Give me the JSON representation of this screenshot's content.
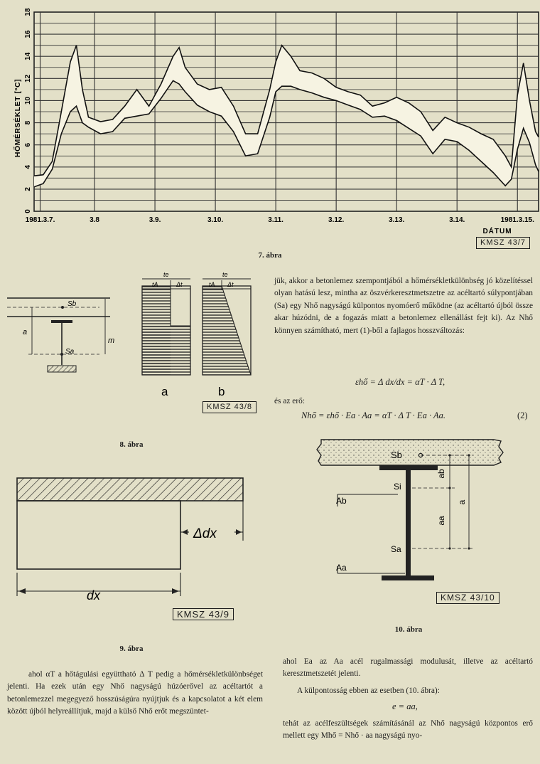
{
  "fig7": {
    "caption": "7. ábra",
    "tag": "KMSZ 43/7",
    "chart_data": {
      "type": "area",
      "ylabel": "HŐMÉRSÉKLET [°C]",
      "xlabel": "DÁTUM",
      "ylim": [
        0,
        18
      ],
      "yticks": [
        "0",
        "2",
        "4",
        "6",
        "8",
        "10",
        "12",
        "14",
        "16",
        "18"
      ],
      "xlim": [
        0,
        8.35
      ],
      "xticks": [
        {
          "x": 0.1,
          "label": "1981.3.7."
        },
        {
          "x": 1.0,
          "label": "3.8"
        },
        {
          "x": 2.0,
          "label": "3.9."
        },
        {
          "x": 3.0,
          "label": "3.10."
        },
        {
          "x": 4.0,
          "label": "3.11."
        },
        {
          "x": 5.0,
          "label": "3.12."
        },
        {
          "x": 6.0,
          "label": "3.13."
        },
        {
          "x": 7.0,
          "label": "3.14."
        },
        {
          "x": 8.0,
          "label": "1981.3.15."
        }
      ],
      "grid": true,
      "series": [
        {
          "values": [
            [
              0,
              3.2
            ],
            [
              0.15,
              3.3
            ],
            [
              0.3,
              4.5
            ],
            [
              0.45,
              9
            ],
            [
              0.6,
              13.5
            ],
            [
              0.7,
              15
            ],
            [
              0.8,
              11
            ],
            [
              0.9,
              8.5
            ],
            [
              1.1,
              8.1
            ],
            [
              1.3,
              8.3
            ],
            [
              1.5,
              9.5
            ],
            [
              1.7,
              11
            ],
            [
              1.9,
              9.5
            ],
            [
              2.1,
              11.5
            ],
            [
              2.3,
              14
            ],
            [
              2.4,
              14.8
            ],
            [
              2.5,
              13
            ],
            [
              2.7,
              11.5
            ],
            [
              2.9,
              11
            ],
            [
              3.1,
              11.2
            ],
            [
              3.3,
              9.5
            ],
            [
              3.5,
              7
            ],
            [
              3.7,
              7
            ],
            [
              3.9,
              11
            ],
            [
              4.0,
              13.5
            ],
            [
              4.1,
              15
            ],
            [
              4.25,
              14
            ],
            [
              4.4,
              12.7
            ],
            [
              4.6,
              12.5
            ],
            [
              4.8,
              12
            ],
            [
              5.0,
              11.2
            ],
            [
              5.2,
              10.8
            ],
            [
              5.4,
              10.5
            ],
            [
              5.6,
              9.5
            ],
            [
              5.8,
              9.8
            ],
            [
              6.0,
              10.3
            ],
            [
              6.2,
              9.8
            ],
            [
              6.4,
              9
            ],
            [
              6.6,
              7.3
            ],
            [
              6.8,
              8.5
            ],
            [
              7.0,
              8
            ],
            [
              7.2,
              7.6
            ],
            [
              7.4,
              7
            ],
            [
              7.6,
              6.5
            ],
            [
              7.8,
              5
            ],
            [
              7.9,
              4
            ],
            [
              8.0,
              10.5
            ],
            [
              8.1,
              13.4
            ],
            [
              8.2,
              10
            ],
            [
              8.3,
              7.2
            ],
            [
              8.35,
              6.7
            ]
          ]
        },
        {
          "values": [
            [
              0,
              2.2
            ],
            [
              0.15,
              2.5
            ],
            [
              0.3,
              3.8
            ],
            [
              0.45,
              7
            ],
            [
              0.6,
              9
            ],
            [
              0.7,
              9.5
            ],
            [
              0.8,
              8
            ],
            [
              0.9,
              7.6
            ],
            [
              1.1,
              7
            ],
            [
              1.3,
              7.2
            ],
            [
              1.5,
              8.4
            ],
            [
              1.7,
              8.6
            ],
            [
              1.9,
              8.8
            ],
            [
              2.1,
              10.2
            ],
            [
              2.3,
              11.8
            ],
            [
              2.4,
              11.5
            ],
            [
              2.5,
              10.8
            ],
            [
              2.7,
              9.6
            ],
            [
              2.9,
              9
            ],
            [
              3.1,
              8.6
            ],
            [
              3.3,
              7.2
            ],
            [
              3.5,
              5
            ],
            [
              3.7,
              5.2
            ],
            [
              3.9,
              8.5
            ],
            [
              4.0,
              10.8
            ],
            [
              4.1,
              11.3
            ],
            [
              4.25,
              11.3
            ],
            [
              4.4,
              11
            ],
            [
              4.6,
              10.7
            ],
            [
              4.8,
              10.3
            ],
            [
              5.0,
              10
            ],
            [
              5.2,
              9.6
            ],
            [
              5.4,
              9.2
            ],
            [
              5.6,
              8.5
            ],
            [
              5.8,
              8.6
            ],
            [
              6.0,
              8.2
            ],
            [
              6.2,
              7.5
            ],
            [
              6.4,
              6.8
            ],
            [
              6.6,
              5.2
            ],
            [
              6.8,
              6.5
            ],
            [
              7.0,
              6.3
            ],
            [
              7.2,
              5.5
            ],
            [
              7.4,
              4.5
            ],
            [
              7.6,
              3.5
            ],
            [
              7.8,
              2.3
            ],
            [
              7.9,
              2.9
            ],
            [
              8.0,
              5.6
            ],
            [
              8.1,
              7.5
            ],
            [
              8.2,
              6.2
            ],
            [
              8.3,
              4.2
            ],
            [
              8.35,
              3.6
            ]
          ]
        }
      ]
    }
  },
  "fig8": {
    "caption": "8. ábra",
    "tag": "KMSZ 43/8",
    "left": {
      "sb": "Sb",
      "sa": "Sa",
      "a": "a",
      "m": "m"
    },
    "a": {
      "label": "a",
      "te": "te",
      "ta": "tA",
      "dt": "Δt"
    },
    "b": {
      "label": "b",
      "te": "te",
      "ta": "tA",
      "dt": "Δt"
    }
  },
  "fig9": {
    "caption": "9. ábra",
    "tag": "KMSZ 43/9",
    "ddx": "Δdx",
    "dx": "dx"
  },
  "fig10": {
    "caption": "10. ábra",
    "tag": "KMSZ 43/10",
    "sb": "Sb",
    "si": "Si",
    "sa": "Sa",
    "ab": "Ab",
    "aa": "Aa",
    "dim_ab": "ab",
    "dim_aa": "aa",
    "dim_a": "a"
  },
  "text": {
    "p1": "jük, akkor a betonlemez szempontjából a hőmérsékletkülönbség jó közelítéssel olyan hatású lesz, mintha az öszvérkeresztmetszetre az acéltartó súlypontjában (Sa) egy Nhő nagyságú külpontos nyomóerő működne (az acéltartó újból össze akar húzódni, de a fogazás miatt a betonlemez ellenállást fejt ki). Az Nhő könnyen számítható, mert (1)-ből a fajlagos hosszváltozás:",
    "eq1": "εhő = Δ dx/dx = αT · Δ T,",
    "p2": "és az erő:",
    "eq2": "Nhő = εhő · Ea · Aa = αT · Δ T · Ea · Aa.",
    "eq2_num": "(2)",
    "p3": "ahol αT a hőtágulási együttható Δ T pedig a hőmérsékletkülönbséget jelenti. Ha ezek után egy Nhő nagyságú húzóerővel az acéltartót a betonlemezzel megegyező hosszúságúra nyújtjuk és a kapcsolatot a két elem között újból helyreállítjuk, majd a külső Nhő erőt megszüntet-",
    "p4": "ahol Ea az Aa acél rugalmassági modulusát, illetve az acéltartó keresztmetszetét jelenti.",
    "p5": "A külpontosság ebben az esetben (10. ábra):",
    "eq3": "e = aa,",
    "p6": "tehát az acélfeszültségek számításánál az Nhő nagyságú központos erő mellett egy Mhő = Nhő · aa nagyságú nyo-"
  }
}
